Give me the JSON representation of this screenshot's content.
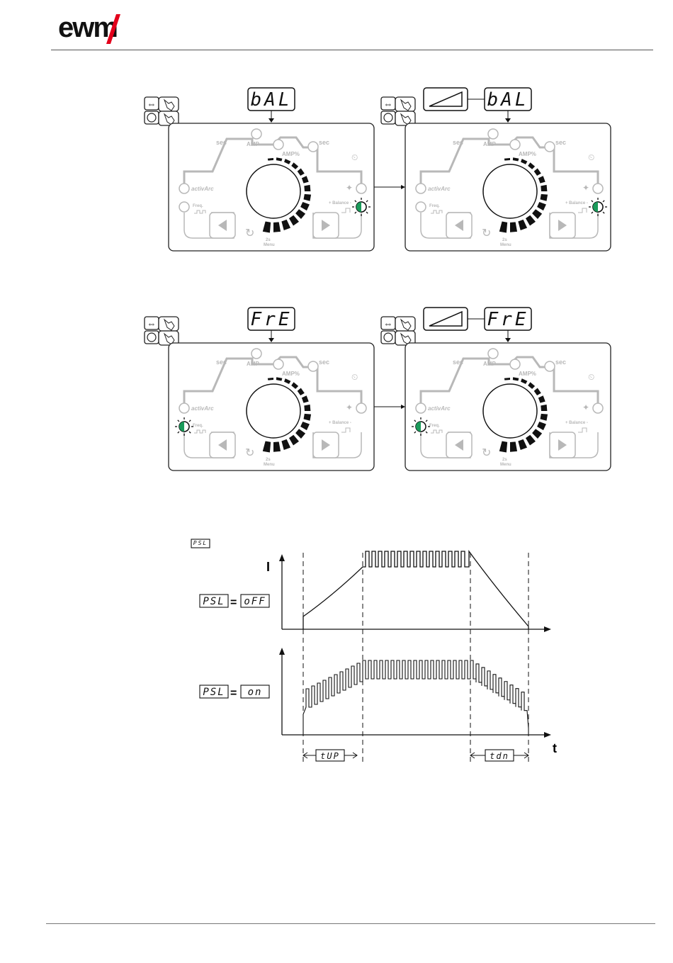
{
  "brand": {
    "logo_text": "ewm"
  },
  "panels": [
    {
      "id": "bal-default",
      "display": "bAL",
      "ramp": false,
      "active_led": "balance"
    },
    {
      "id": "bal-ramp",
      "display": "bAL",
      "ramp": true,
      "active_led": "balance"
    },
    {
      "id": "fre-default",
      "display": "FrE",
      "ramp": false,
      "active_led": "freq"
    },
    {
      "id": "fre-ramp",
      "display": "FrE",
      "ramp": true,
      "active_led": "freq"
    }
  ],
  "panel_labels": {
    "sec_left": "sec",
    "amp": "AMP",
    "amp_pct": "AMP%",
    "sec_right": "sec",
    "activarc": "activArc",
    "freq": "Freq.",
    "balance": "+ Balance -",
    "menu_2s": "2s",
    "menu": "Menu"
  },
  "chart": {
    "tag_top": "PSL",
    "y_axis": "I",
    "x_axis": "t",
    "psl_key": "PSL",
    "equals": "=",
    "off_value": "oFF",
    "on_value": "on",
    "t_up": "tUP",
    "t_dn": "tdn"
  },
  "colors": {
    "led_green": "#1a9a5a",
    "logo_red": "#e3001b",
    "panel_gray": "#b8b8b8"
  }
}
